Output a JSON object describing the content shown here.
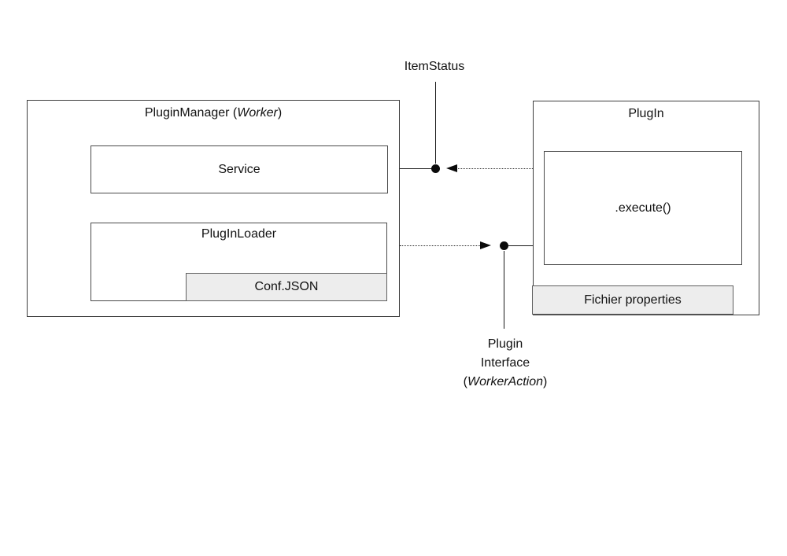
{
  "colors": {
    "background": "#ffffff",
    "box_border_dark": "#3d3d3d",
    "grey_box_border": "#5f5f5f",
    "grey_box_fill": "#ededed",
    "line_color": "#1a1a1a",
    "text_color": "#111111"
  },
  "plugin_manager": {
    "title_prefix": "PluginManager (",
    "title_italic": "Worker",
    "title_suffix": ")",
    "service_label": "Service",
    "loader_label": "PlugInLoader",
    "conf_label": "Conf.JSON"
  },
  "plugin": {
    "title": "PlugIn",
    "execute_label": ".execute()",
    "fichier_label": "Fichier properties"
  },
  "connectors": {
    "item_status_label": "ItemStatus",
    "interface_line1": "Plugin",
    "interface_line2": "Interface",
    "interface_line3_prefix": "(",
    "interface_line3_italic": "WorkerAction",
    "interface_line3_suffix": ")"
  }
}
